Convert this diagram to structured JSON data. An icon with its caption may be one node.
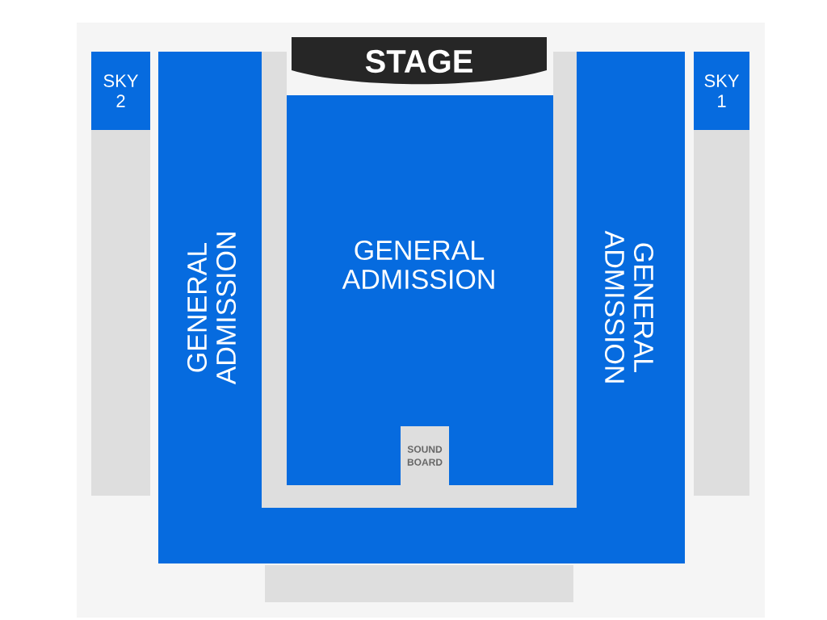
{
  "diagram": {
    "nodes": [
      {
        "text": [
          "SKY 2"
        ]
      },
      {
        "text": [
          "STAGE"
        ]
      },
      {
        "text": [
          "SKY 1"
        ]
      },
      {
        "text": [],
        "shape": "box"
      },
      {
        "text": [
          "GENERAL ADMISSION",
          "GENERAL ADMISSION"
        ]
      },
      {
        "text": [],
        "shape": "box"
      },
      {
        "text": [
          "GENERAL ADMISSION"
        ]
      },
      {
        "text": [
          "SOUND BOARD"
        ]
      },
      {
        "text": [],
        "shape": "box"
      },
      {
        "text": [],
        "shape": "box"
      }
    ]
  }
}
